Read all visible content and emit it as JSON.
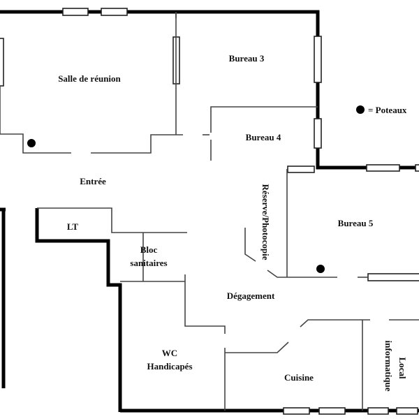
{
  "rooms": {
    "salle_reunion": "Salle de réunion",
    "bureau3": "Bureau 3",
    "bureau4": "Bureau 4",
    "bureau5": "Bureau 5",
    "entree": "Entrée",
    "lt": "LT",
    "bloc_line1": "Bloc",
    "bloc_line2": "sanitaires",
    "reserve": "Réserve/Photocopie",
    "degagement": "Dégagement",
    "wc_line1": "WC",
    "wc_line2": "Handicapés",
    "cuisine": "Cuisine",
    "local_line1": "Local",
    "local_line2": "informatique"
  },
  "legend": {
    "poteaux": "= Poteaux"
  },
  "colors": {
    "wall": "#000000",
    "partition": "#444444"
  }
}
